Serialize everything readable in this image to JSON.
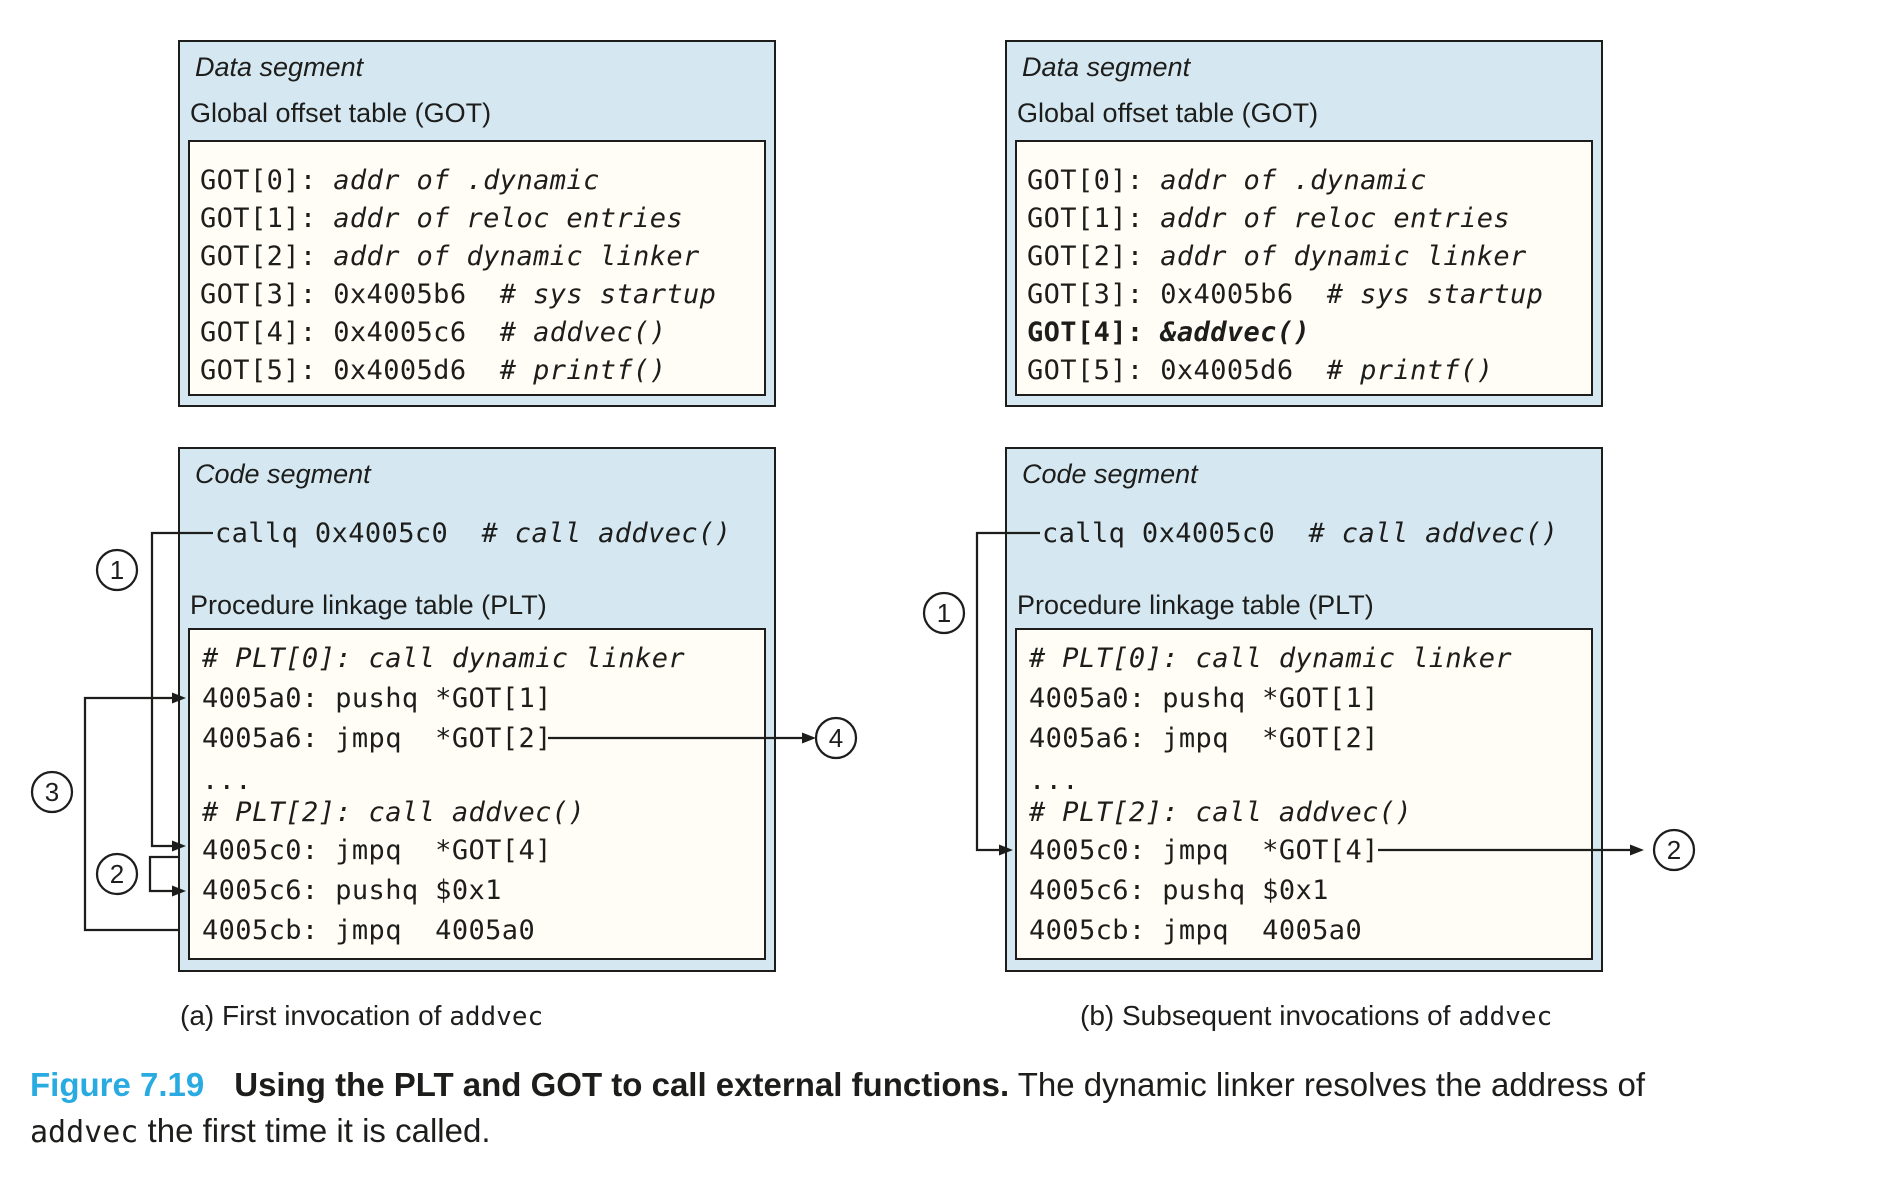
{
  "figure": {
    "label": "Figure 7.19",
    "title_bold": "Using the PLT and GOT to call external functions.",
    "body": " The dynamic linker resolves the address of",
    "body2_mono": "addvec",
    "body2_rest": " the first time it is called."
  },
  "panel_a": {
    "caption_prefix": "(a) First invocation of ",
    "caption_mono": "addvec",
    "data_segment_label": "Data segment",
    "got_title": "Global offset table (GOT)",
    "got_rows": [
      {
        "a": "GOT[0]: ",
        "b": "addr of .dynamic"
      },
      {
        "a": "GOT[1]: ",
        "b": "addr of reloc entries"
      },
      {
        "a": "GOT[2]: ",
        "b": "addr of dynamic linker"
      },
      {
        "a": "GOT[3]: 0x4005b6  ",
        "b": "# sys startup"
      },
      {
        "a": "GOT[4]: 0x4005c6  ",
        "b": "# addvec()"
      },
      {
        "a": "GOT[5]: 0x4005d6  ",
        "b": "# printf()"
      }
    ],
    "code_segment_label": "Code segment",
    "call_row": {
      "a": "callq 0x4005c0  ",
      "b": "# call addvec()"
    },
    "plt_title": "Procedure linkage table (PLT)",
    "plt_rows": [
      {
        "a": "",
        "b": "# PLT[0]: call dynamic linker"
      },
      {
        "a": "4005a0: pushq *GOT[1]",
        "b": ""
      },
      {
        "a": "4005a6: jmpq  *GOT[2]",
        "b": ""
      },
      {
        "a": "...",
        "b": ""
      },
      {
        "a": "",
        "b": "# PLT[2]: call addvec()"
      },
      {
        "a": "4005c0: jmpq  *GOT[4]",
        "b": ""
      },
      {
        "a": "4005c6: pushq $0x1",
        "b": ""
      },
      {
        "a": "4005cb: jmpq  4005a0",
        "b": ""
      }
    ],
    "steps": [
      "1",
      "2",
      "3",
      "4"
    ]
  },
  "panel_b": {
    "caption_prefix": "(b) Subsequent invocations of ",
    "caption_mono": "addvec",
    "data_segment_label": "Data segment",
    "got_title": "Global offset table (GOT)",
    "got_rows": [
      {
        "a": "GOT[0]: ",
        "b": "addr of .dynamic"
      },
      {
        "a": "GOT[1]: ",
        "b": "addr of reloc entries"
      },
      {
        "a": "GOT[2]: ",
        "b": "addr of dynamic linker"
      },
      {
        "a": "GOT[3]: 0x4005b6  ",
        "b": "# sys startup"
      },
      {
        "a": "GOT[4]: ",
        "b": "&addvec()"
      },
      {
        "a": "GOT[5]: 0x4005d6  ",
        "b": "# printf()"
      }
    ],
    "code_segment_label": "Code segment",
    "call_row": {
      "a": "callq 0x4005c0  ",
      "b": "# call addvec()"
    },
    "plt_title": "Procedure linkage table (PLT)",
    "plt_rows": [
      {
        "a": "",
        "b": "# PLT[0]: call dynamic linker"
      },
      {
        "a": "4005a0: pushq *GOT[1]",
        "b": ""
      },
      {
        "a": "4005a6: jmpq  *GOT[2]",
        "b": ""
      },
      {
        "a": "...",
        "b": ""
      },
      {
        "a": "",
        "b": "# PLT[2]: call addvec()"
      },
      {
        "a": "4005c0: jmpq  *GOT[4]",
        "b": ""
      },
      {
        "a": "4005c6: pushq $0x1",
        "b": ""
      },
      {
        "a": "4005cb: jmpq  4005a0",
        "b": ""
      }
    ],
    "steps": [
      "1",
      "2"
    ]
  },
  "colors": {
    "box_fill": "#d5e8f2",
    "inner_fill": "#fffdf6",
    "accent": "#29abe2",
    "ink": "#1d1d1b"
  }
}
